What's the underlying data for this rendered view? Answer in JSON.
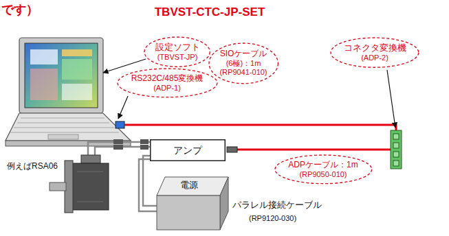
{
  "diagram": {
    "title": "TBVST-CTC-JP-SET",
    "nodes": [
      {
        "text": [
          "設定ソフト",
          "(TBVST-JP)"
        ]
      },
      {
        "text": [
          "RS232C/485変換機",
          "(ADP-1)"
        ]
      },
      {
        "text": [
          "SIOケーブル",
          "(6極)：1m",
          "(RP9041-010)"
        ]
      },
      {
        "text": [
          "コネクタ変換機",
          "(ADP-2)"
        ]
      },
      {
        "text": [
          "アンプ"
        ]
      },
      {
        "text": [
          "ADPケーブル：1m",
          "(RP9050-010)"
        ]
      }
    ],
    "labels": [
      "です）",
      "例えばRSA06",
      "電源",
      "パラレル接続ケーブル",
      "(RP9120-030)"
    ]
  }
}
